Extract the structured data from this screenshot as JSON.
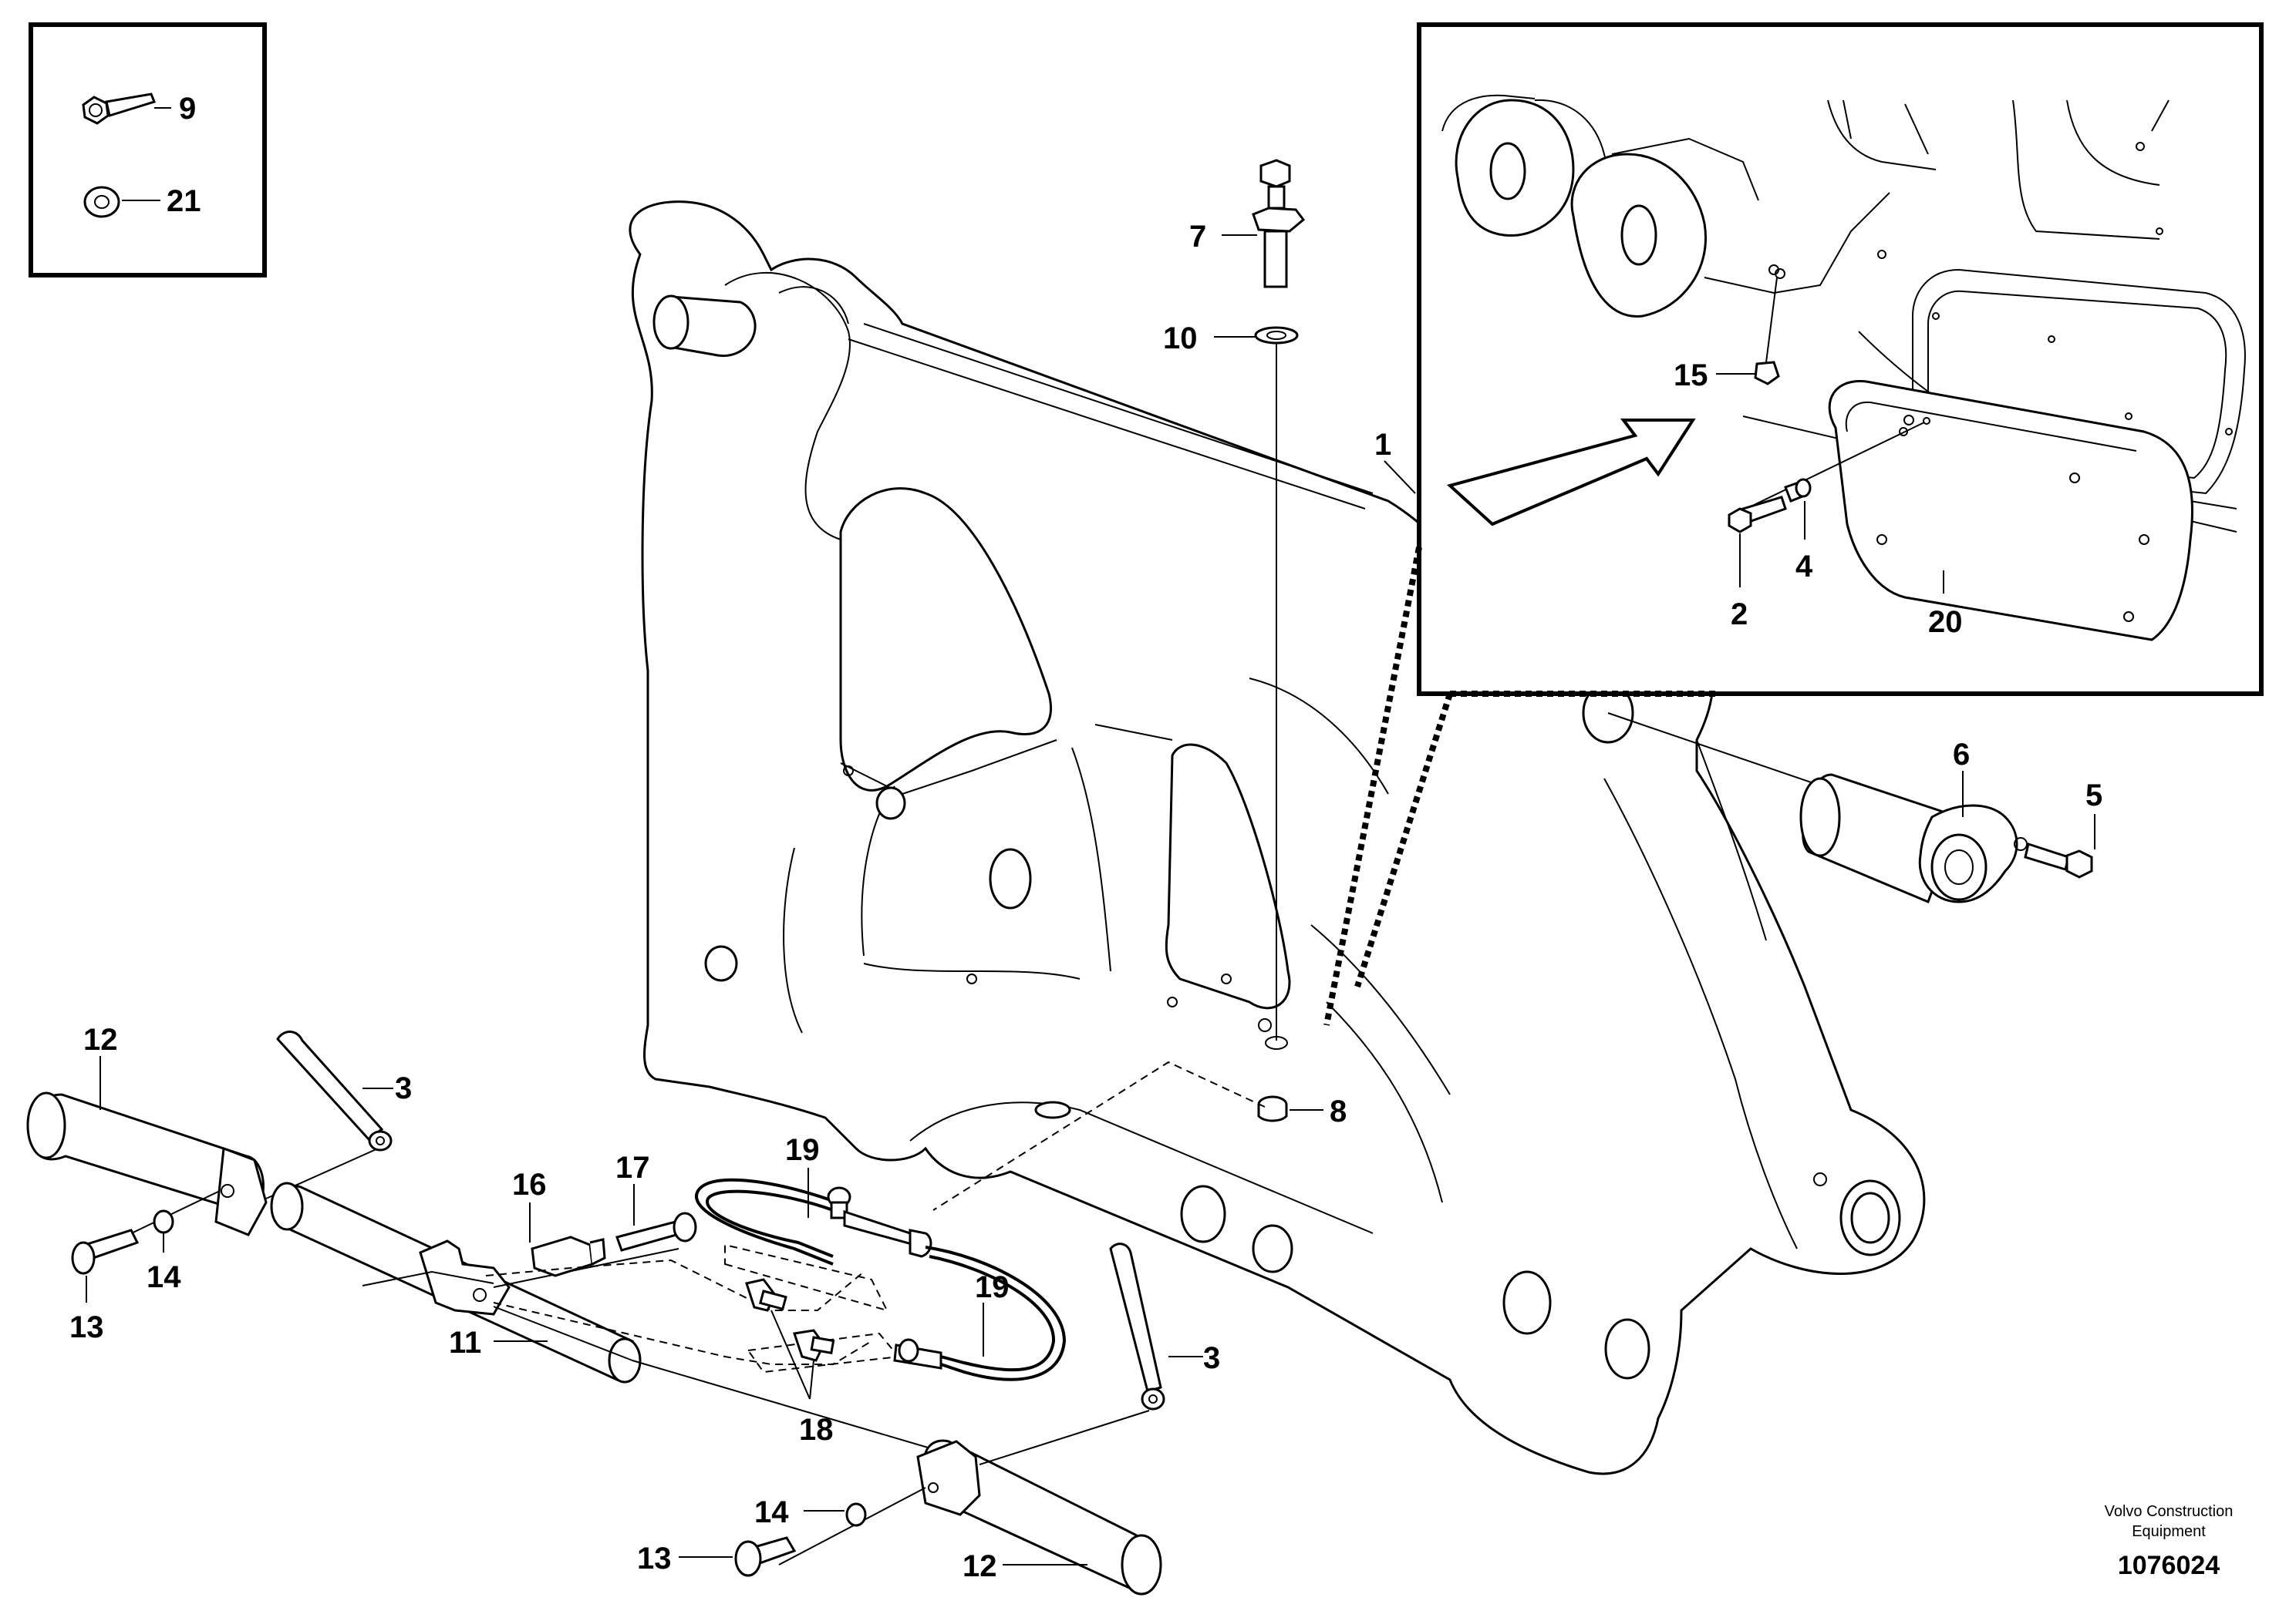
{
  "labels": {
    "l1": "1",
    "l2": "2",
    "l3a": "3",
    "l3b": "3",
    "l4": "4",
    "l5": "5",
    "l6": "6",
    "l7": "7",
    "l8": "8",
    "l9": "9",
    "l10": "10",
    "l11": "11",
    "l12a": "12",
    "l12b": "12",
    "l13a": "13",
    "l13b": "13",
    "l14a": "14",
    "l14b": "14",
    "l15": "15",
    "l16": "16",
    "l17": "17",
    "l18": "18",
    "l19a": "19",
    "l19b": "19",
    "l20": "20",
    "l21": "21"
  },
  "brand": {
    "line1": "Volvo Construction",
    "line2": "Equipment",
    "code": "1076024"
  }
}
